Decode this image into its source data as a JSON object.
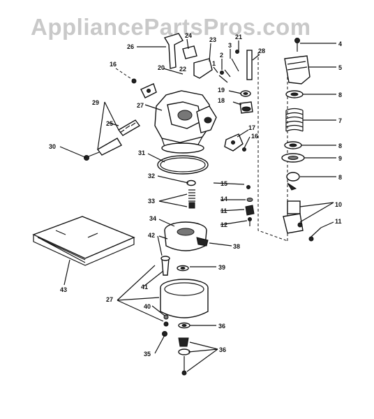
{
  "watermark": "AppliancePartsPros.com",
  "labels": {
    "c4": "4",
    "c5": "5",
    "c8a": "8",
    "c7": "7",
    "c8b": "8",
    "c9": "9",
    "c8c": "8",
    "c10": "10",
    "c11": "11",
    "c26": "26",
    "c24": "24",
    "c23": "23",
    "c21": "21",
    "c3": "3",
    "c2": "2",
    "c1": "1",
    "c28": "28",
    "c16": "16",
    "c20": "20",
    "c22": "22",
    "c19": "19",
    "c18": "18",
    "c27": "27",
    "c29": "29",
    "c25": "25",
    "c17": "17",
    "c16b": "16",
    "c30": "30",
    "c31": "31",
    "c32": "32",
    "c33": "33",
    "c15": "15",
    "c14": "14",
    "c11b": "11",
    "c12": "12",
    "c34": "34",
    "c42": "42",
    "c38": "38",
    "c39": "39",
    "c43": "43",
    "c41": "41",
    "c27b": "27",
    "c40": "40",
    "c36a": "36",
    "c35": "35",
    "c36b": "36"
  }
}
